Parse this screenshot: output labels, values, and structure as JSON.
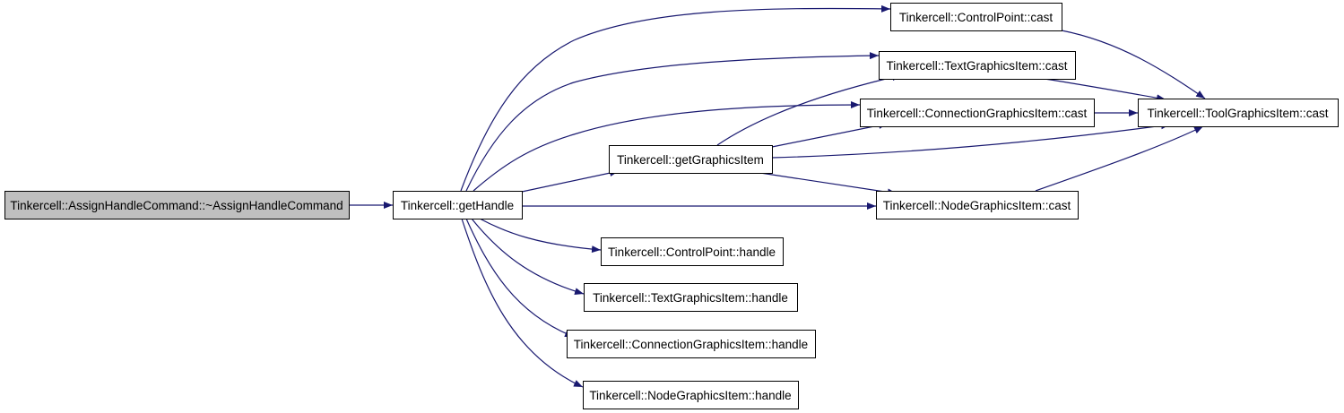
{
  "colors": {
    "edge": "#191970",
    "node_border": "#000000",
    "node_fill": "#ffffff",
    "root_fill": "#bfbfbf"
  },
  "nodes": [
    {
      "id": "root",
      "label": "Tinkercell::AssignHandleCommand::~AssignHandleCommand",
      "root": true
    },
    {
      "id": "getHandle",
      "label": "Tinkercell::getHandle"
    },
    {
      "id": "getGraphicsItem",
      "label": "Tinkercell::getGraphicsItem"
    },
    {
      "id": "cpHandle",
      "label": "Tinkercell::ControlPoint::handle"
    },
    {
      "id": "tgiHandle",
      "label": "Tinkercell::TextGraphicsItem::handle"
    },
    {
      "id": "cgiHandle",
      "label": "Tinkercell::ConnectionGraphicsItem::handle"
    },
    {
      "id": "ngiHandle",
      "label": "Tinkercell::NodeGraphicsItem::handle"
    },
    {
      "id": "cpCast",
      "label": "Tinkercell::ControlPoint::cast"
    },
    {
      "id": "tgiCast",
      "label": "Tinkercell::TextGraphicsItem::cast"
    },
    {
      "id": "cgiCast",
      "label": "Tinkercell::ConnectionGraphicsItem::cast"
    },
    {
      "id": "ngiCast",
      "label": "Tinkercell::NodeGraphicsItem::cast"
    },
    {
      "id": "toolCast",
      "label": "Tinkercell::ToolGraphicsItem::cast"
    }
  ],
  "edges": [
    {
      "from": "root",
      "to": "getHandle"
    },
    {
      "from": "getHandle",
      "to": "cpCast"
    },
    {
      "from": "getHandle",
      "to": "tgiCast"
    },
    {
      "from": "getHandle",
      "to": "cgiCast"
    },
    {
      "from": "getHandle",
      "to": "getGraphicsItem"
    },
    {
      "from": "getHandle",
      "to": "ngiCast"
    },
    {
      "from": "getHandle",
      "to": "cpHandle"
    },
    {
      "from": "getHandle",
      "to": "tgiHandle"
    },
    {
      "from": "getHandle",
      "to": "cgiHandle"
    },
    {
      "from": "getHandle",
      "to": "ngiHandle"
    },
    {
      "from": "getGraphicsItem",
      "to": "tgiCast"
    },
    {
      "from": "getGraphicsItem",
      "to": "cgiCast"
    },
    {
      "from": "getGraphicsItem",
      "to": "toolCast"
    },
    {
      "from": "getGraphicsItem",
      "to": "ngiCast"
    },
    {
      "from": "cpCast",
      "to": "toolCast"
    },
    {
      "from": "tgiCast",
      "to": "toolCast"
    },
    {
      "from": "cgiCast",
      "to": "toolCast"
    },
    {
      "from": "ngiCast",
      "to": "toolCast"
    }
  ]
}
